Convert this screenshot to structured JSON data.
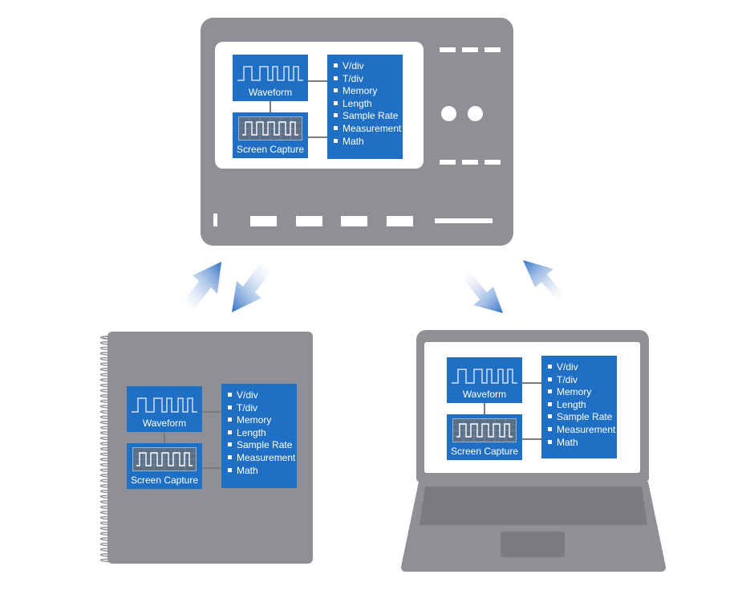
{
  "diagram": {
    "panels": {
      "waveform_label": "Waveform",
      "capture_label": "Screen Capture",
      "settings": [
        "V/div",
        "T/div",
        "Memory",
        "Length",
        "Sample Rate",
        "Measurement",
        "Math"
      ]
    },
    "devices": [
      "oscilloscope",
      "notebook",
      "laptop"
    ],
    "colors": {
      "device_grey": "#8e9095",
      "panel_blue": "#1f6fc5",
      "screen_white": "#ffffff",
      "arrow_blue": "#3a78c8"
    }
  }
}
